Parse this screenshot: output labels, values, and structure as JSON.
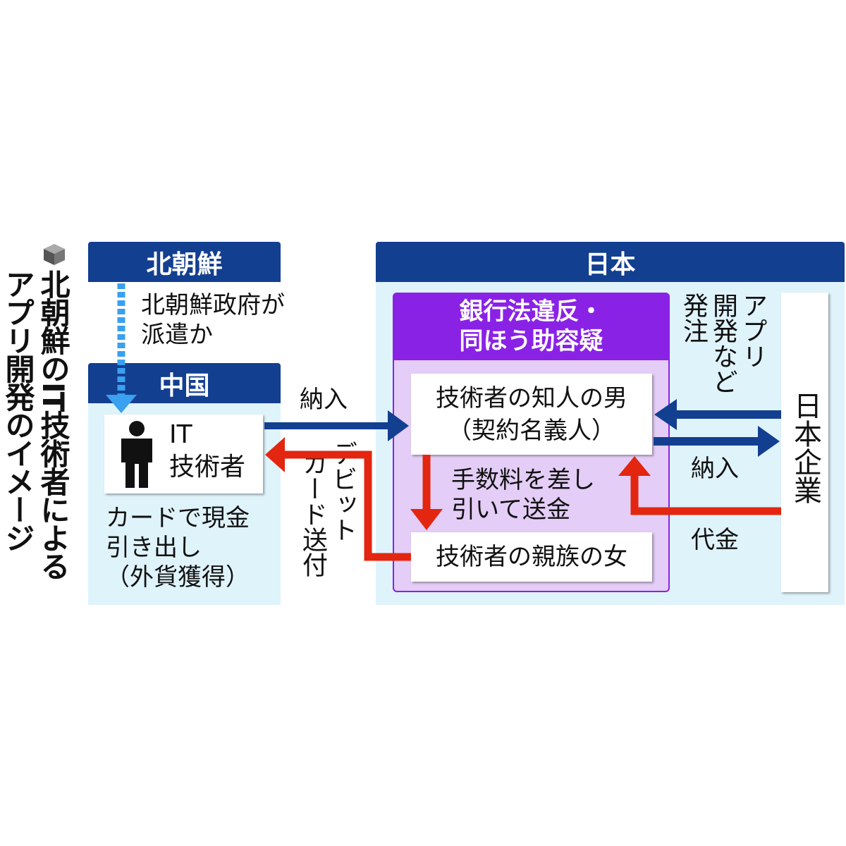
{
  "title": {
    "line1": "北朝鮮のIT技術者による",
    "line2": "アプリ開発のイメージ"
  },
  "north_korea": {
    "header": "北朝鮮",
    "note": [
      "北朝鮮政府が",
      "派遣か"
    ]
  },
  "china": {
    "header": "中国",
    "engineer": [
      "IT",
      "技術者"
    ],
    "note": [
      "カードで現金",
      "引き出し",
      "（外貨獲得）"
    ]
  },
  "flows": {
    "delivery_left": "納入",
    "debit_card": [
      "デビット",
      "カード送付"
    ],
    "fee": [
      "手数料を差し",
      "引いて送金"
    ],
    "order": [
      "アプリ",
      "開発など",
      "発注"
    ],
    "delivery_right": "納入",
    "payment": "代金"
  },
  "japan": {
    "header": "日本",
    "suspicion": [
      "銀行法違反・",
      "同ほう助容疑"
    ],
    "acquaintance": [
      "技術者の知人の男",
      "（契約名義人）"
    ],
    "relative": "技術者の親族の女",
    "company": "日本企業"
  },
  "colors": {
    "navy": "#133f91",
    "purple": "#8a22e6",
    "lavender": "#e4cdf6",
    "light_blue": "#dff3fb",
    "red": "#e3260f",
    "dotted_blue": "#3aa0f0"
  }
}
